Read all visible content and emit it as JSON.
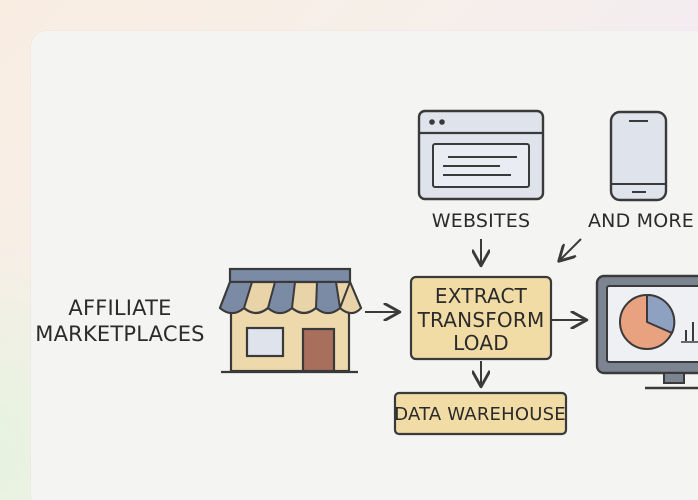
{
  "nodes": {
    "websites": "WEBSITES",
    "and_more": "AND MORE",
    "affiliate_line1": "AFFILIATE",
    "affiliate_line2": "MARKETPLACES",
    "etl_line1": "EXTRACT",
    "etl_line2": "TRANSFORM",
    "etl_line3": "LOAD",
    "data_warehouse": "DATA WAREHOUSE"
  },
  "colors": {
    "etl_fill": "#f2dca6",
    "warehouse_fill": "#f2dca6",
    "outline": "#3a3a3a",
    "awning_blue": "#7b8ba6",
    "awning_tan": "#e9d3a9",
    "store_wall": "#eed9ad",
    "store_door": "#a8705c",
    "screen_fill": "#dfe4ec",
    "pie_main": "#e9a27f",
    "pie_slice": "#8ea1c1"
  },
  "icons": [
    "browser-window-icon",
    "smartphone-icon",
    "storefront-icon",
    "monitor-dashboard-icon"
  ]
}
